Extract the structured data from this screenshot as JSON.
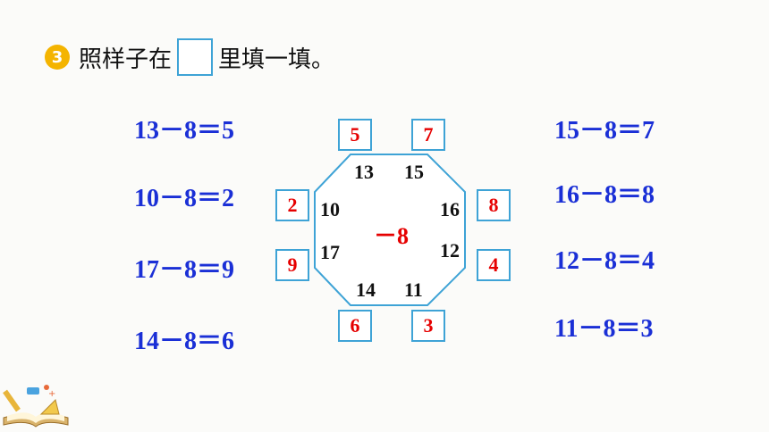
{
  "header": {
    "number": "3",
    "text_before": "照样子在",
    "text_after": "里填一填。"
  },
  "left_equations": [
    "13－8＝5",
    "10－8＝2",
    "17－8＝9",
    "14－8＝6"
  ],
  "right_equations": [
    "15－8＝7",
    "16－8＝8",
    "12－8＝4",
    "11－8＝3"
  ],
  "octagon": {
    "operator": "－8",
    "inner_numbers": {
      "top_left": "13",
      "top_right": "15",
      "right_top": "16",
      "right_bottom": "12",
      "bottom_right": "11",
      "bottom_left": "14",
      "left_bottom": "17",
      "left_top": "10"
    },
    "answers": {
      "top_left": "5",
      "top_right": "7",
      "right_top": "8",
      "right_bottom": "4",
      "bottom_right": "3",
      "bottom_left": "6",
      "left_bottom": "9",
      "left_top": "2"
    }
  },
  "colors": {
    "equation": "#1a2fd6",
    "answer": "#e60000",
    "border": "#3ea3d6",
    "badge": "#f4b400"
  }
}
